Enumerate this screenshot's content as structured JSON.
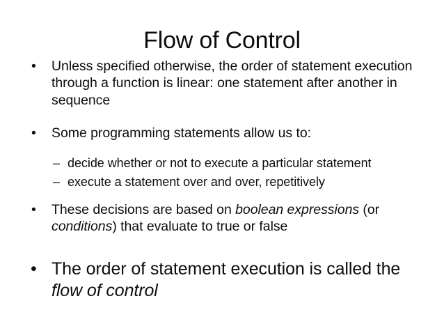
{
  "slide": {
    "title": "Flow of Control",
    "background_color": "#ffffff",
    "text_color": "#0d0d0d",
    "bullet_marker": "•",
    "dash_marker": "–",
    "blocks": [
      {
        "level": 1,
        "text": "Unless specified otherwise, the order of statement execution through a function is linear: one statement after another in sequence"
      },
      {
        "level": 1,
        "text": "Some programming statements allow us to:"
      },
      {
        "level": 2,
        "text": "decide whether or not to execute a particular statement"
      },
      {
        "level": 2,
        "text": "execute a statement over and over, repetitively"
      },
      {
        "level": 1,
        "runs": [
          {
            "text": "These decisions are based on ",
            "italic": false
          },
          {
            "text": "boolean expressions",
            "italic": true
          },
          {
            "text": " (or ",
            "italic": false
          },
          {
            "text": "conditions",
            "italic": true
          },
          {
            "text": ") that evaluate to true or false",
            "italic": false
          }
        ]
      },
      {
        "level": 1,
        "emphasis": "large",
        "runs": [
          {
            "text": "The order of statement execution is called the ",
            "italic": false
          },
          {
            "text": "flow of control",
            "italic": true
          }
        ]
      }
    ]
  },
  "bullets": {
    "b1": "Unless specified otherwise, the order of statement execution through a function is linear: one statement after another in sequence",
    "b2": "Some programming statements allow us to:",
    "b2_sub1": "decide whether or not to execute a particular statement",
    "b2_sub2": "execute a statement over and over, repetitively",
    "b3_run1": "These decisions are based on ",
    "b3_run2": "boolean expressions",
    "b3_run3": " (or ",
    "b3_run4": "conditions",
    "b3_run5": ") that evaluate to true or false",
    "b4_run1": "The order of statement execution is called the ",
    "b4_run2": "flow of control"
  },
  "markers": {
    "dot": "•",
    "dash": "–"
  }
}
